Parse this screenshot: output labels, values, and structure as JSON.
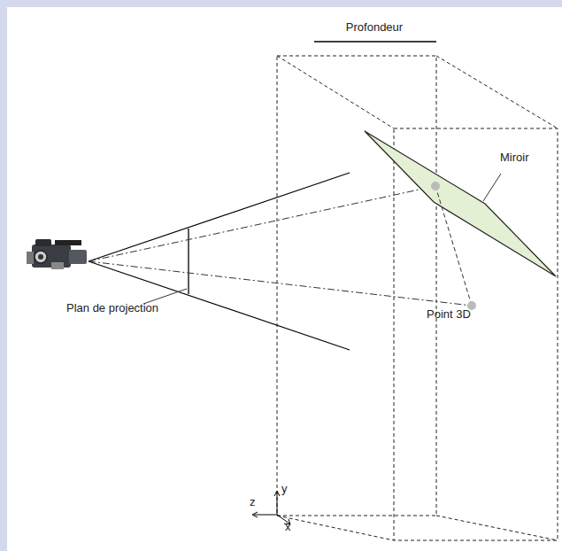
{
  "diagram": {
    "labels": [
      "Profondeur",
      "Miroir",
      "Plan de projection",
      "Point 3D",
      "z",
      "y",
      "x"
    ]
  }
}
